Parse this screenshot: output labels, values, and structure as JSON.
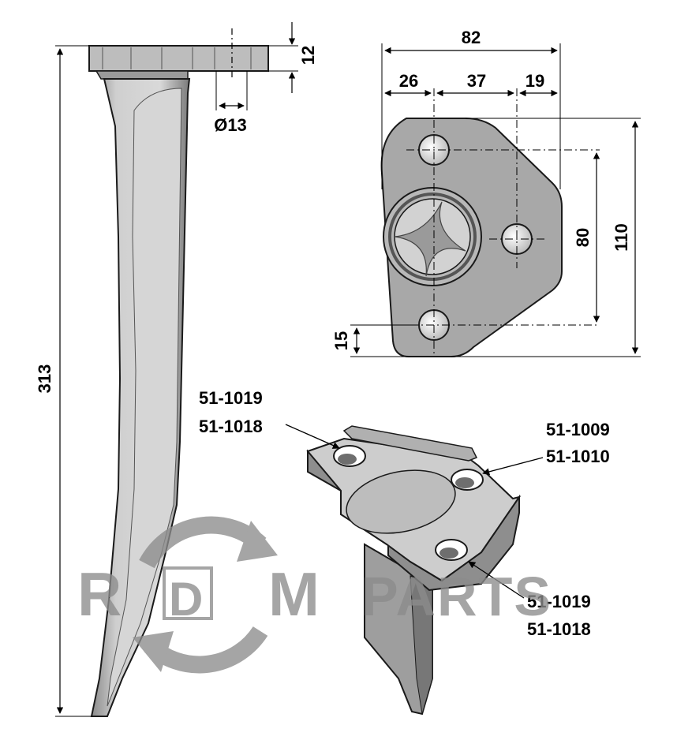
{
  "dimensions": {
    "total_length": "313",
    "flange_thickness": "12",
    "hole_diameter": "Ø13",
    "plate_width": "82",
    "offset_a": "26",
    "offset_b": "37",
    "offset_c": "19",
    "plate_height": "110",
    "hole_spacing": "80",
    "bottom_offset": "15"
  },
  "part_numbers": {
    "top_left_1": "51-1019",
    "top_left_2": "51-1018",
    "right_1": "51-1009",
    "right_2": "51-1010",
    "bottom_1": "51-1019",
    "bottom_2": "51-1018"
  },
  "watermark": {
    "r": "R",
    "d": "D",
    "m": "M",
    "parts": "PARTS"
  },
  "colors": {
    "metal_light": "#cfcfcf",
    "metal_mid": "#a9a9a9",
    "metal_dark": "#6e6e6e",
    "outline": "#1a1a1a",
    "watermark": "#8c8c8c"
  }
}
